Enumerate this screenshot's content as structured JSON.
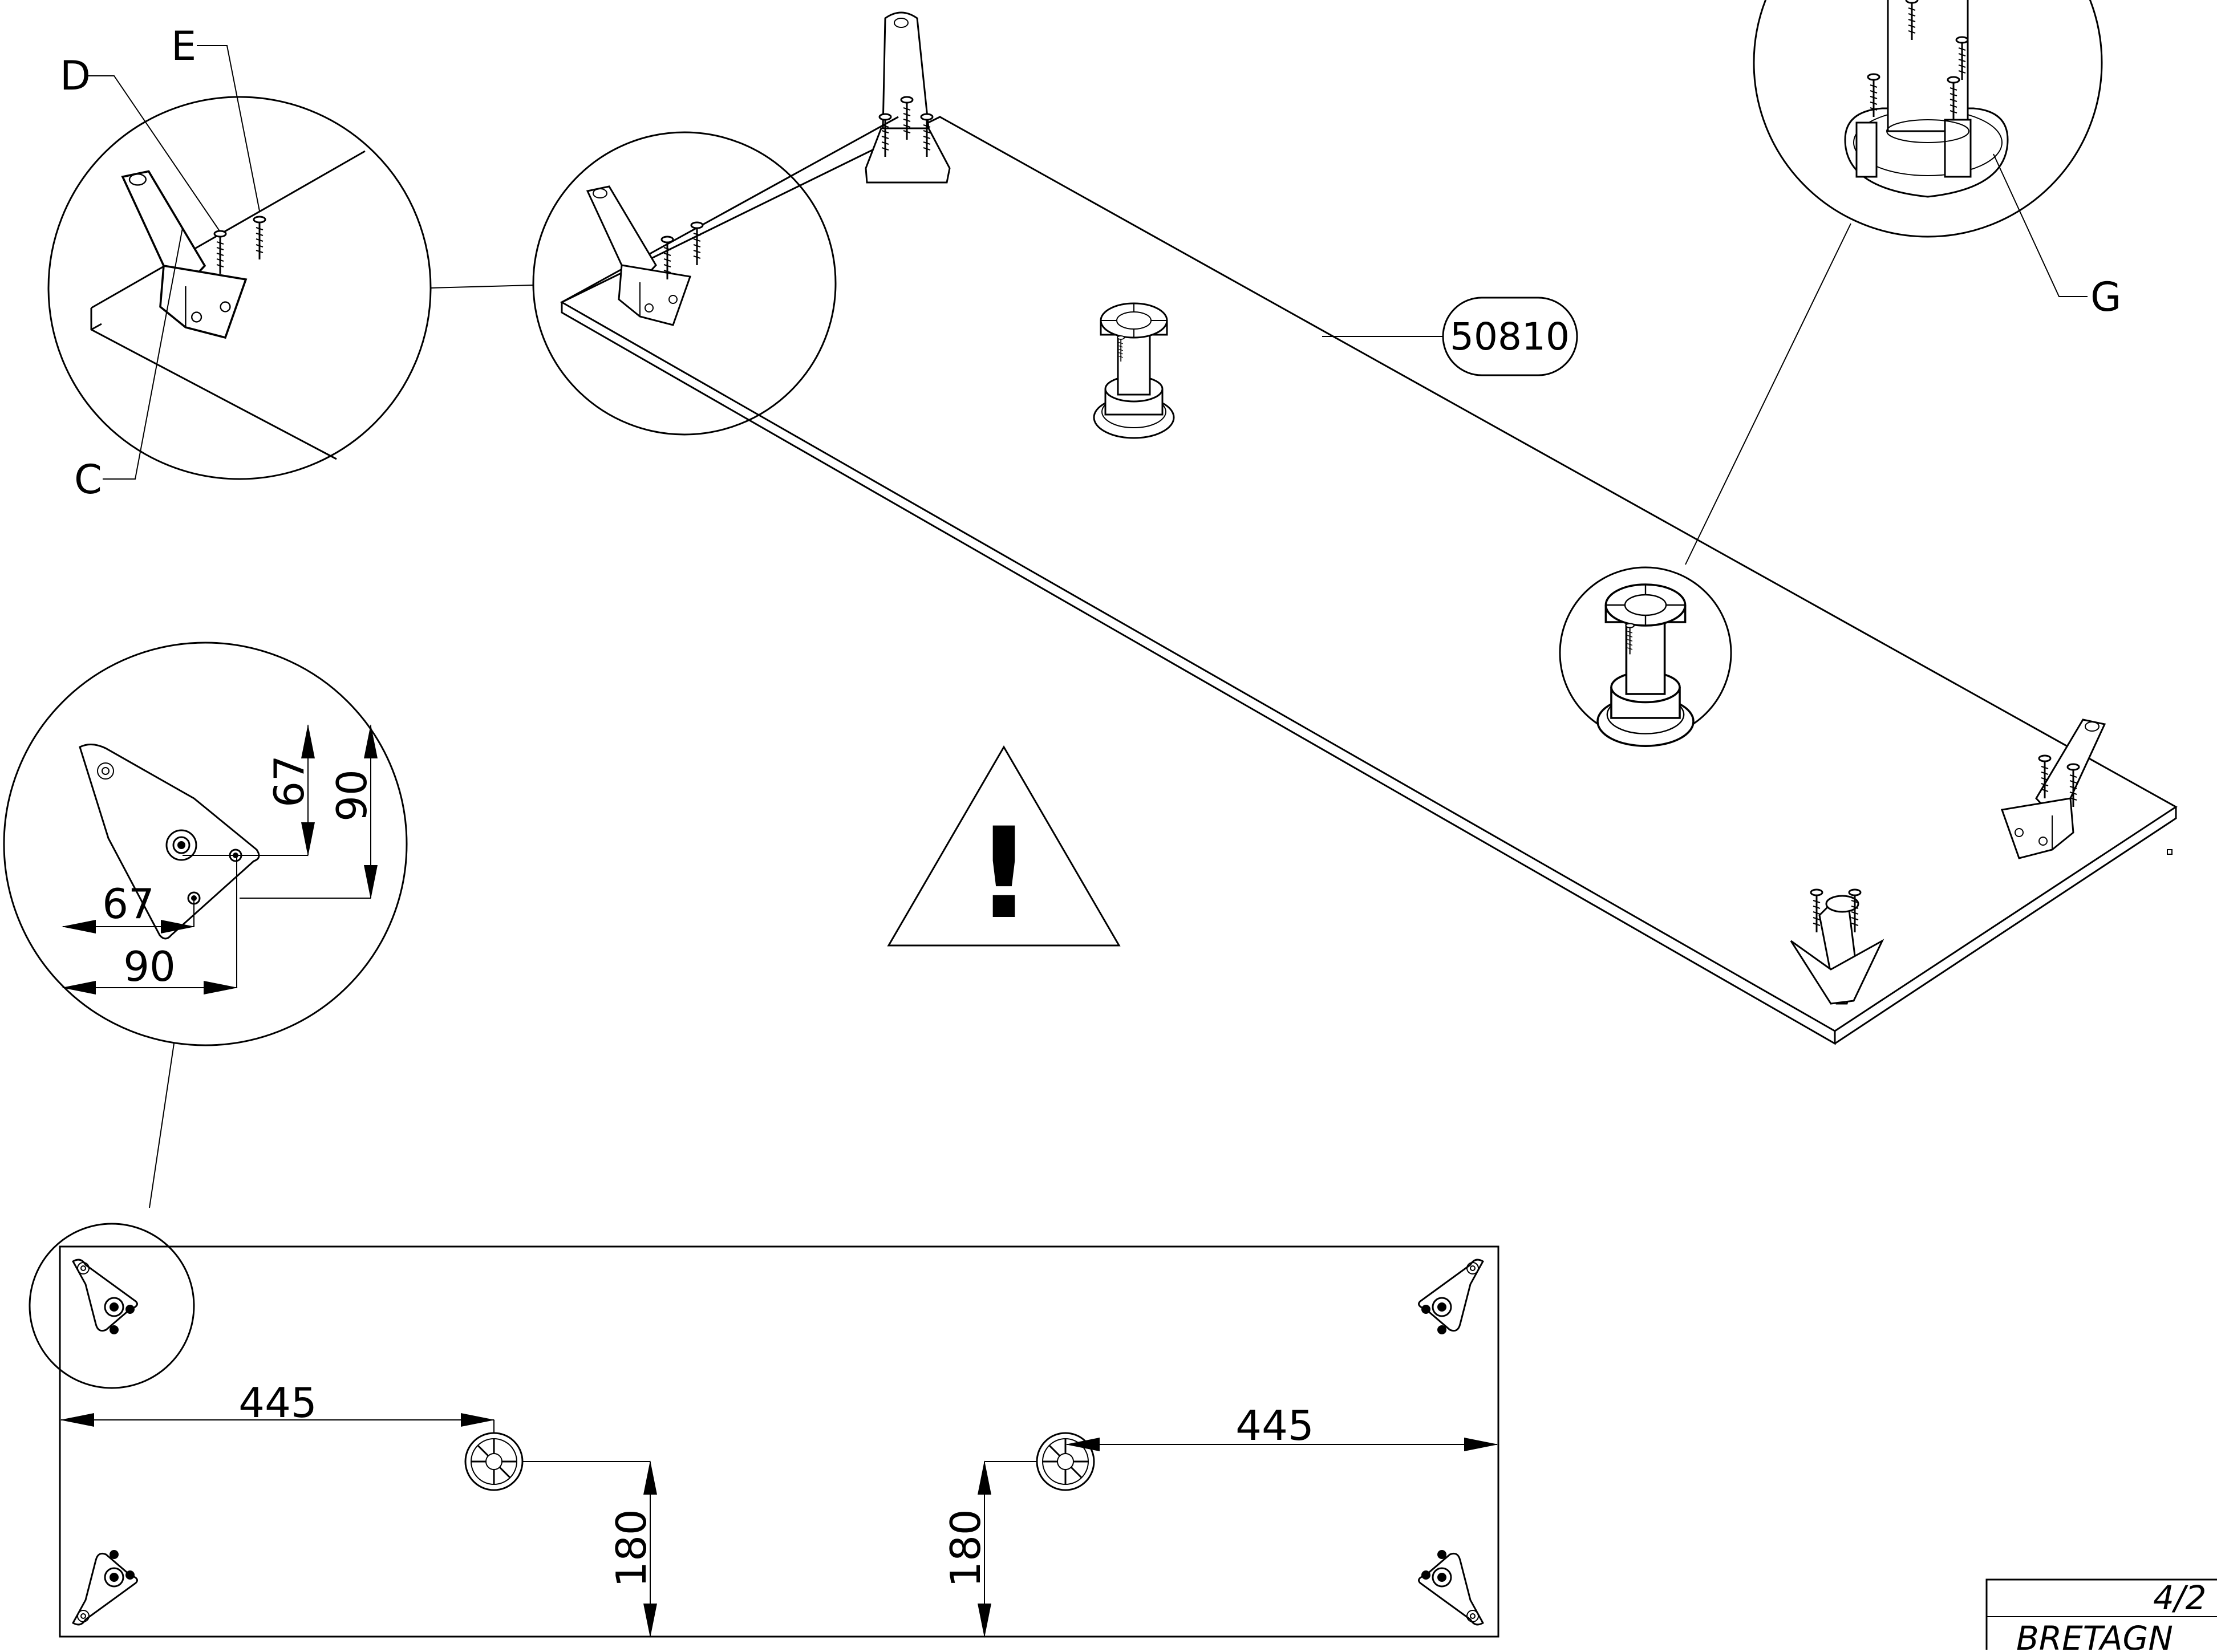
{
  "diagram": {
    "part_labels": {
      "c": "C",
      "d": "D",
      "e": "E",
      "g": "G"
    },
    "panel_code": "50810",
    "detail_dims": {
      "horizontal_inner": "67",
      "horizontal_outer": "90",
      "vertical_inner": "67",
      "vertical_outer": "90"
    },
    "plan_dims": {
      "left_offset": "445",
      "right_offset": "445",
      "left_depth": "180",
      "right_depth": "180"
    },
    "warning_symbol": "!",
    "title_block": {
      "page": "4/2",
      "model": "BRETAGN"
    },
    "icons": [
      "warning-triangle-icon",
      "plastic-foot-icon",
      "adjustable-leveler-icon",
      "screw-icon"
    ]
  }
}
